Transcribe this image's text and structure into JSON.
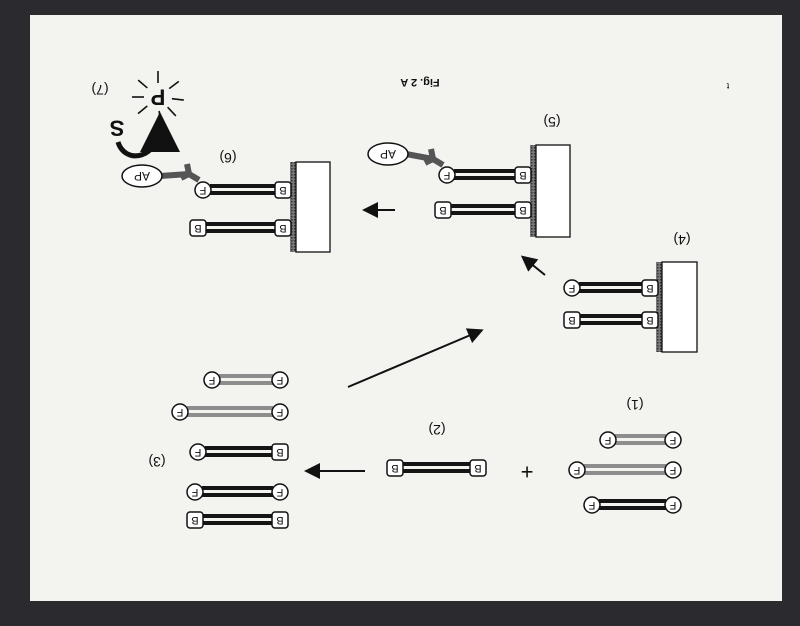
{
  "figure": {
    "title": "Fig. 2 A",
    "corner_mark": "t",
    "step_labels": [
      "(1)",
      "(2)",
      "(3)",
      "(4)",
      "(5)",
      "(6)",
      "(7)"
    ],
    "plus_sign": "+",
    "tag_f": "F",
    "tag_b": "B",
    "enzyme": "AP",
    "substrate": "S",
    "product": "P"
  },
  "colors": {
    "paper": "#f3f3f0",
    "ink": "#111111",
    "gray_strand": "#8a8a8a",
    "surround": "#2a2a2f"
  }
}
